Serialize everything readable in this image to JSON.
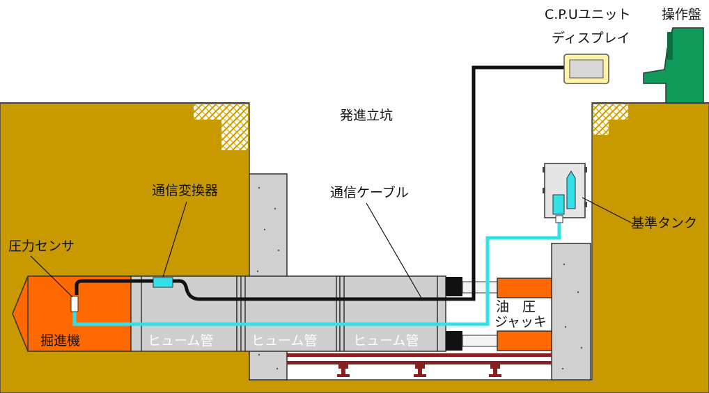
{
  "labels": {
    "cpu_line1": "C.P.Uユニット",
    "cpu_line2": "ディスプレイ",
    "control_panel": "操作盤",
    "launch_shaft": "発進立坑",
    "comm_converter": "通信変換器",
    "comm_cable": "通信ケーブル",
    "pressure_sensor": "圧力センサ",
    "reference_tank": "基準タンク",
    "hydraulic_line1": "油　圧",
    "hydraulic_line2": "ジャッキ",
    "tunneling_machine": "掘進機",
    "hume_pipe_1": "ヒューム管",
    "hume_pipe_2": "ヒューム管",
    "hume_pipe_3": "ヒューム管"
  },
  "colors": {
    "soil": "#c89a00",
    "concrete": "#d0d0d0",
    "machine": "#ff6a00",
    "pipe": "#cfcfcf",
    "cable": "#111111",
    "tube": "#33e0e8",
    "rail": "#8b1f1f",
    "console": "#109a5a",
    "display_frame": "#fff3a8",
    "jack": "#ff6a00"
  }
}
